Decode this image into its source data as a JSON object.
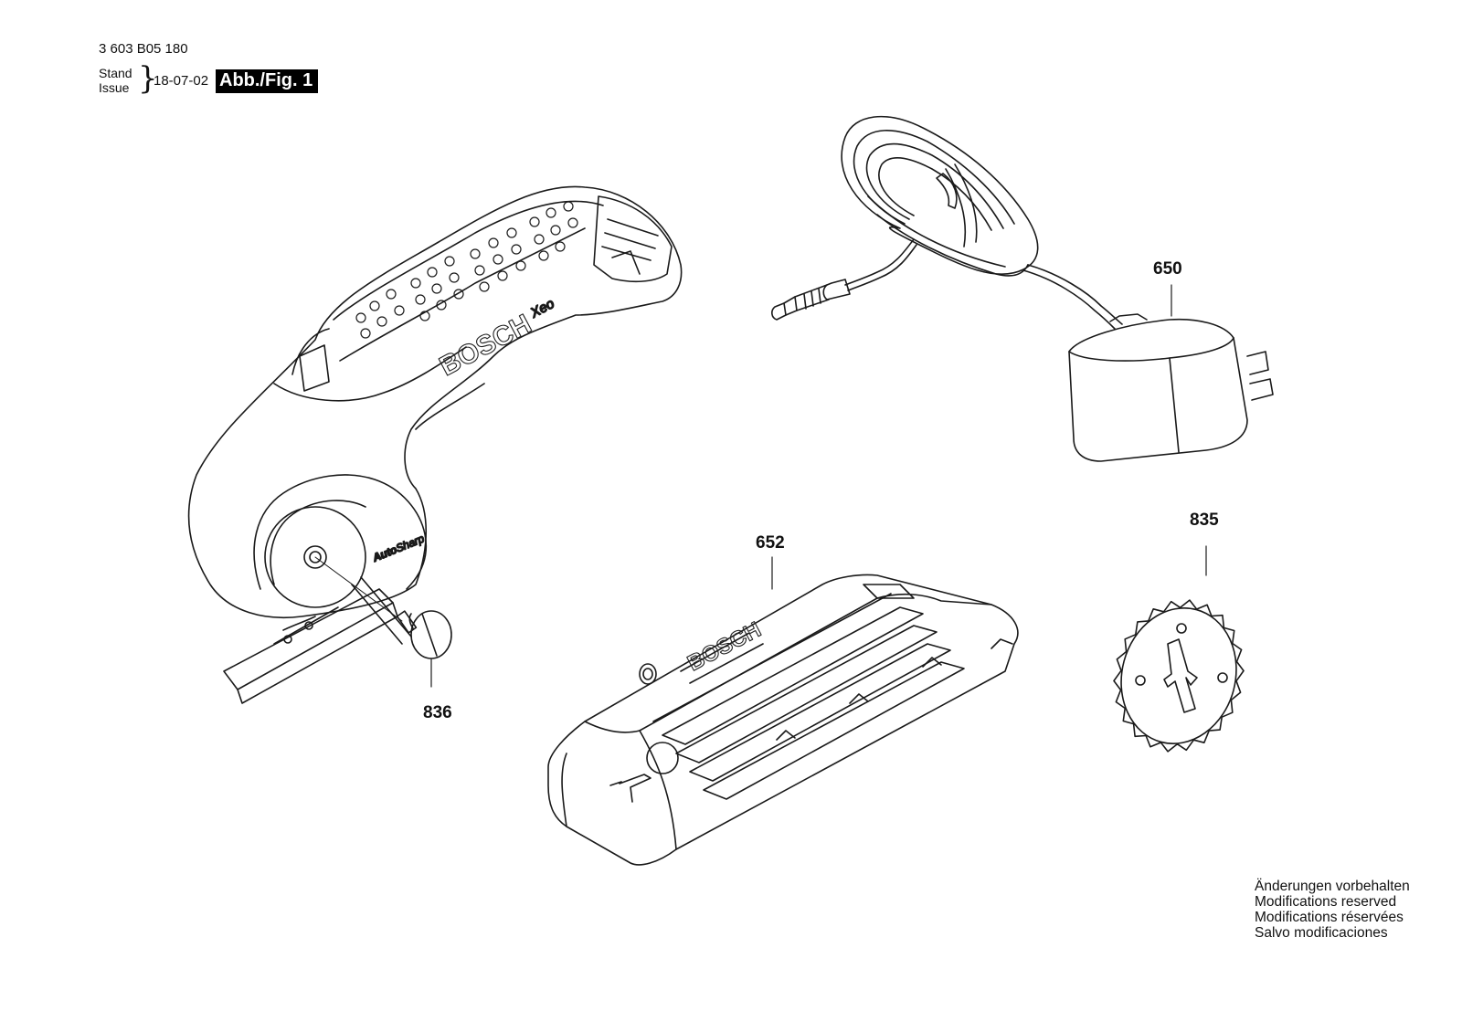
{
  "header": {
    "document_number": "3 603 B05 180",
    "stand_label": "Stand",
    "issue_label": "Issue",
    "issue_date": "18-07-02",
    "figure_label": "Abb./Fig. 1"
  },
  "parts": [
    {
      "number": "836",
      "description": ""
    },
    {
      "number": "650",
      "description": ""
    },
    {
      "number": "652",
      "description": ""
    },
    {
      "number": "835",
      "description": ""
    }
  ],
  "product_markings": {
    "brand": "BOSCH",
    "model": "Xeo",
    "feature_auto": "Auto",
    "feature_sharp": "Sharp",
    "case_brand": "BOSCH"
  },
  "notice": [
    "Änderungen vorbehalten",
    "Modifications reserved",
    "Modifications réservées",
    "Salvo modificaciones"
  ],
  "colors": {
    "line": "#1a1a1a",
    "fig_label_bg": "#000000",
    "fig_label_text": "#ffffff"
  }
}
